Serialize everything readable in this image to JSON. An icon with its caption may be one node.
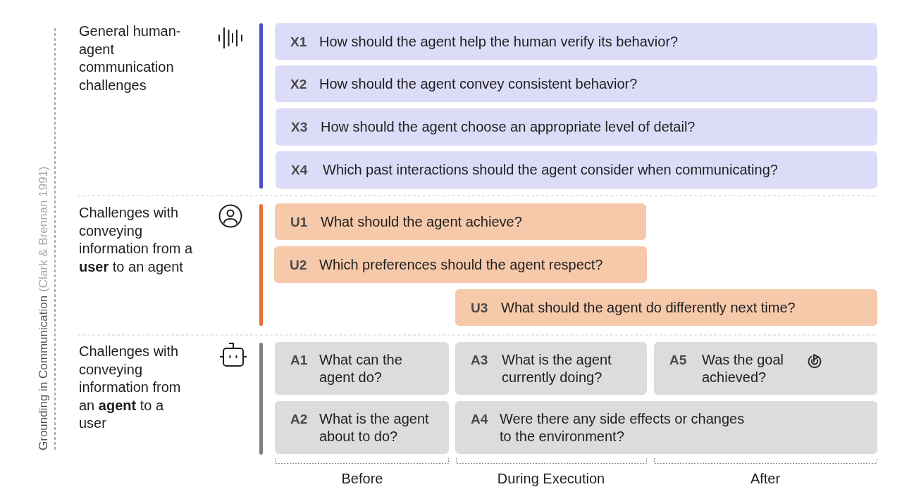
{
  "diagram": {
    "nodes": [
      {
        "text": [
          "X1",
          "How should the agent help the human verify its behavior?"
        ]
      },
      {
        "text": [
          "X2",
          "How should the agent convey consistent behavior?"
        ]
      },
      {
        "text": [
          "X3",
          "How should the agent choose an appropriate level of detail?"
        ]
      },
      {
        "text": [
          "X4",
          "Which past interactions should the agent consider when communicating?"
        ]
      },
      {
        "text": [
          "U1",
          "What should the agent achieve?"
        ]
      },
      {
        "text": [
          "U2",
          "Which preferences should the agent respect?"
        ]
      },
      {
        "text": [
          "U3",
          "What should the agent do differently next time?"
        ]
      },
      {
        "text": [
          "A1",
          "What can the agent do?"
        ]
      },
      {
        "text": [
          "A3",
          "What is the agent currently doing?"
        ]
      },
      {
        "text": [
          "A5",
          "Was the goal achieved?"
        ]
      },
      {
        "text": [
          "A2",
          "What is the agent about to do?"
        ]
      },
      {
        "text": [
          "A4",
          "Were there any side effects or changes to the environment?"
        ]
      }
    ],
    "labels": [
      "Grounding in Communication",
      "(Clark & Brennan 1991)",
      "General human-agent communication challenges",
      "Challenges with conveying information from a **user** to an agent",
      "Challenges with conveying information from an **agent** to a user",
      "Before",
      "During Execution",
      "After"
    ]
  }
}
